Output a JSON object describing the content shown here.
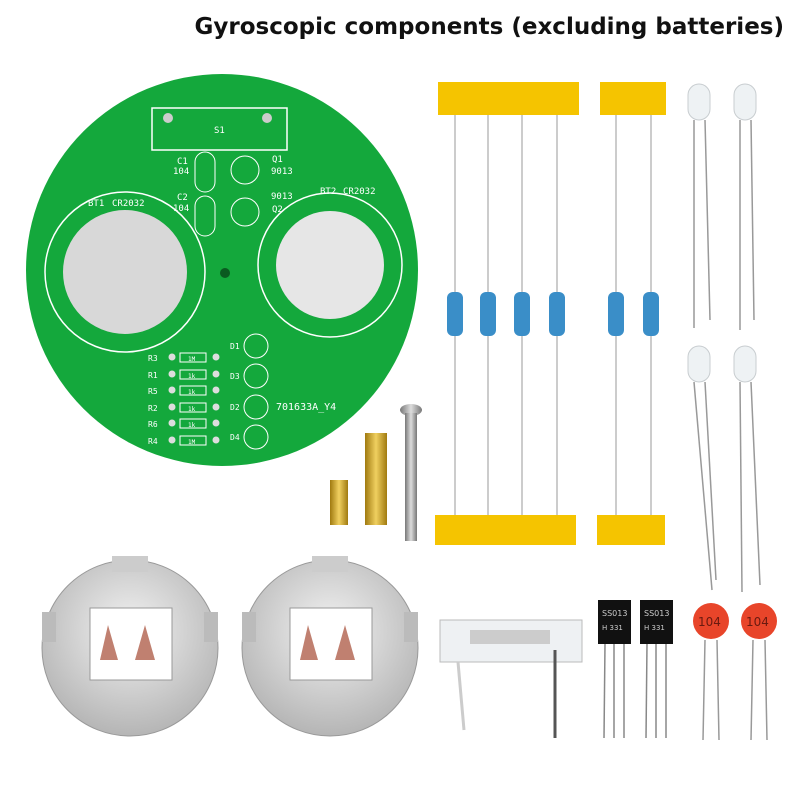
{
  "title": "Gyroscopic components (excluding batteries)",
  "pcb": {
    "switch": "S1",
    "c1": "C1",
    "c1_val": "104",
    "c2": "C2",
    "c2_val": "104",
    "q1": "Q1",
    "q1_val": "9013",
    "q2": "Q2",
    "q2_val": "9013",
    "bt1": "BT1",
    "bt1_val": "CR2032",
    "bt2": "BT2",
    "bt2_val": "CR2032",
    "resistors": [
      "R3",
      "R1",
      "R5",
      "R2",
      "R6",
      "R4"
    ],
    "resistor_vals": [
      "1M",
      "1k",
      "1k",
      "1k",
      "1k",
      "1M"
    ],
    "leds": [
      "D1",
      "D3",
      "D2",
      "D4"
    ],
    "board_id": "701633A_Y4"
  },
  "transistors": [
    {
      "line1": "SS013",
      "line2": "H 331"
    },
    {
      "line1": "SS013",
      "line2": "H 331"
    }
  ],
  "capacitors": [
    "104",
    "104"
  ],
  "colors": {
    "pcb": "#14a83c",
    "tape": "#f5c400",
    "cap": "#e8452a",
    "resistor": "#3a8ec8"
  }
}
